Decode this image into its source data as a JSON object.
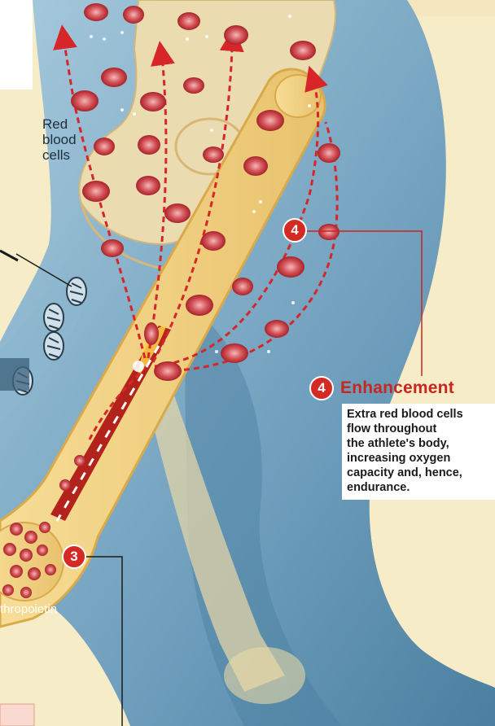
{
  "labels": {
    "red_blood_cells": "Red\nblood\ncells",
    "hormone_fragment": "thropoietin"
  },
  "steps": {
    "step3": {
      "number": "3"
    },
    "step4": {
      "number": "4",
      "title": "Enhancement",
      "body": "Extra red blood cells\nflow throughout\nthe athlete's body,\nincreasing oxygen\ncapacity and, hence,\nendurance."
    }
  },
  "colors": {
    "background": "#f7ecc8",
    "body_blue": "#5e93b4",
    "bone": "#f2d690",
    "marrow": "#b3231c",
    "cell": "#d34a4f",
    "accent": "#d42a23"
  }
}
